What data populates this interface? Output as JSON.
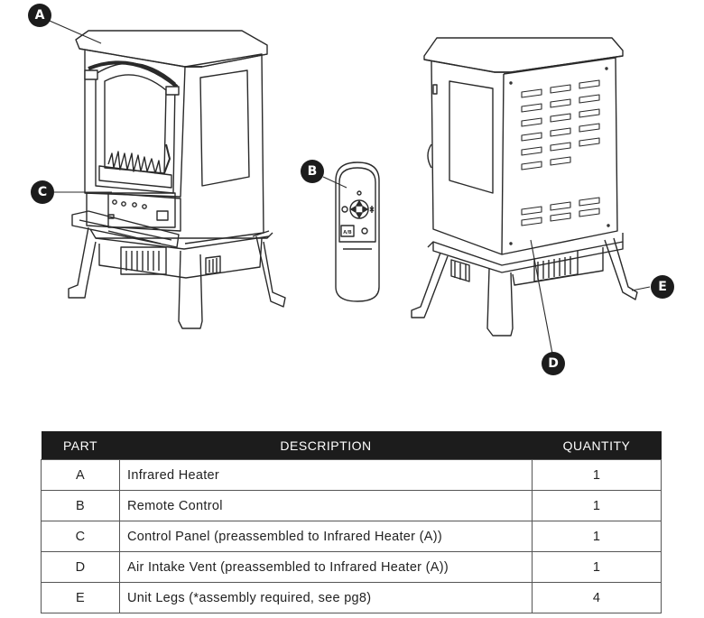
{
  "callouts": {
    "a": "A",
    "b": "B",
    "c": "C",
    "d": "D",
    "e": "E"
  },
  "remote": {
    "mode_label": "A/B"
  },
  "table": {
    "headers": {
      "part": "PART",
      "description": "DESCRIPTION",
      "quantity": "QUANTITY"
    },
    "rows": [
      {
        "part": "A",
        "description": "Infrared Heater",
        "quantity": "1"
      },
      {
        "part": "B",
        "description": "Remote Control",
        "quantity": "1"
      },
      {
        "part": "C",
        "description": "Control Panel (preassembled to Infrared Heater (A))",
        "quantity": "1"
      },
      {
        "part": "D",
        "description": "Air Intake Vent (preassembled to Infrared Heater (A))",
        "quantity": "1"
      },
      {
        "part": "E",
        "description": "Unit Legs (*assembly required, see pg8)",
        "quantity": "4"
      }
    ]
  }
}
